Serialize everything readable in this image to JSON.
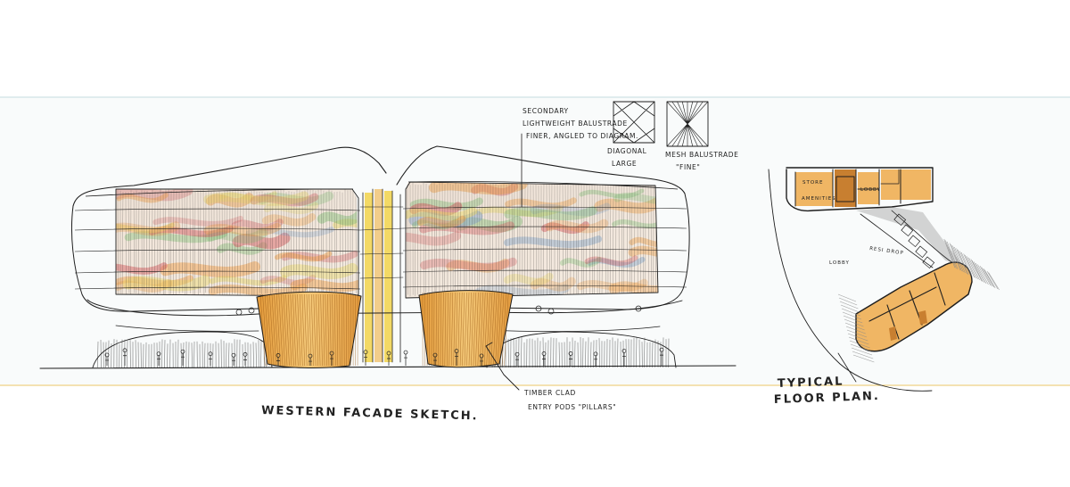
{
  "sheet": {
    "paper_color": "#ffffff",
    "ink_color": "#1e1e1e",
    "band_color": "#f4f7f7",
    "lead_line_color": "#c8dde0",
    "amber_line_color": "#f0c86a"
  },
  "facade": {
    "title": "WESTERN FACADE SKETCH.",
    "timber_note": [
      "TIMBER CLAD",
      "ENTRY PODS \"PILLARS\""
    ],
    "secondary_note": [
      "SECONDARY",
      "LIGHTWEIGHT BALUSTRADE",
      "FINER, ANGLED TO DIAGRAM."
    ],
    "colors": {
      "timber": "#e7a648",
      "timber_light": "#f1c476",
      "facade_red": "#d7686a",
      "facade_green": "#86c27a",
      "facade_orange": "#f0a24e",
      "facade_yellow": "#e9d86d",
      "facade_blue": "#8aa9cc",
      "core_yellow": "#f2d24a"
    }
  },
  "legend": {
    "diagonal_label": [
      "DIAGONAL",
      "LARGE"
    ],
    "mesh_label": [
      "MESH BALUSTRADE",
      "\"FINE\""
    ]
  },
  "plan": {
    "title": [
      "TYPICAL",
      "FLOOR PLAN."
    ],
    "room_labels": [
      "STORE",
      "AMENITIES",
      "LOBBY",
      "RESI DROP",
      "LOBBY"
    ],
    "colors": {
      "room_fill": "#f0b664",
      "dark_fill": "#c87f30",
      "shade": "#8a8a8a"
    }
  }
}
